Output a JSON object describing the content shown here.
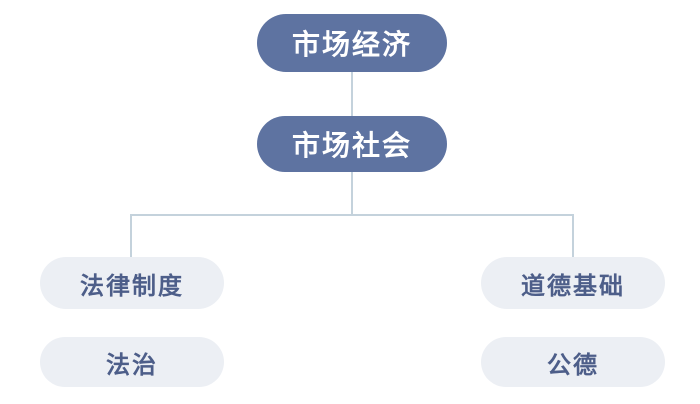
{
  "colors": {
    "node_primary": "#5e73a1",
    "node_secondary": "#eceff4",
    "text_on_primary": "#ffffff",
    "text_on_secondary": "#4d5e89",
    "connector": "#c4d2dc",
    "background": "#ffffff"
  },
  "diagram": {
    "type": "hierarchy",
    "nodes": [
      {
        "id": "market-economy",
        "label": "市场经济",
        "level": 1,
        "style": "primary"
      },
      {
        "id": "market-society",
        "label": "市场社会",
        "level": 2,
        "style": "primary"
      },
      {
        "id": "legal-system",
        "label": "法律制度",
        "level": 3,
        "style": "secondary",
        "branch": "left"
      },
      {
        "id": "rule-of-law",
        "label": "法治",
        "level": 4,
        "style": "secondary",
        "branch": "left"
      },
      {
        "id": "moral-foundation",
        "label": "道德基础",
        "level": 3,
        "style": "secondary",
        "branch": "right"
      },
      {
        "id": "public-morality",
        "label": "公德",
        "level": 4,
        "style": "secondary",
        "branch": "right"
      }
    ],
    "edges": [
      {
        "from": "market-economy",
        "to": "market-society"
      },
      {
        "from": "market-society",
        "to": "legal-system"
      },
      {
        "from": "market-society",
        "to": "moral-foundation"
      }
    ]
  }
}
